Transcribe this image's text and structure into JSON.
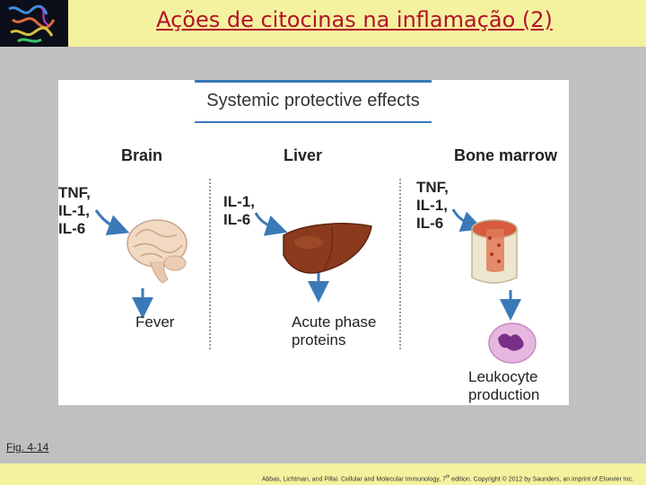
{
  "slide": {
    "title": "Ações de citocinas na inflamação (2)",
    "fig_label": "Fig. 4-14",
    "citation_pre": "Abbas, Lichtman, and Pillai. Cellular and Molecular Immunology, 7",
    "citation_sup": "th",
    "citation_post": " edition. Copyright © 2012 by Saunders, an imprint of Elsevier Inc."
  },
  "figure": {
    "banner": "Systemic protective effects",
    "columns": [
      {
        "heading": "Brain",
        "cytokines": [
          "TNF,",
          "IL-1,",
          "IL-6"
        ],
        "effect_lines": [
          "Fever"
        ]
      },
      {
        "heading": "Liver",
        "cytokines": [
          "IL-1,",
          "IL-6"
        ],
        "effect_lines": [
          "Acute phase",
          "proteins"
        ]
      },
      {
        "heading": "Bone marrow",
        "cytokines": [
          "TNF,",
          "IL-1,",
          "IL-6"
        ],
        "effect_lines": [
          "Leukocyte",
          "production"
        ]
      }
    ]
  }
}
